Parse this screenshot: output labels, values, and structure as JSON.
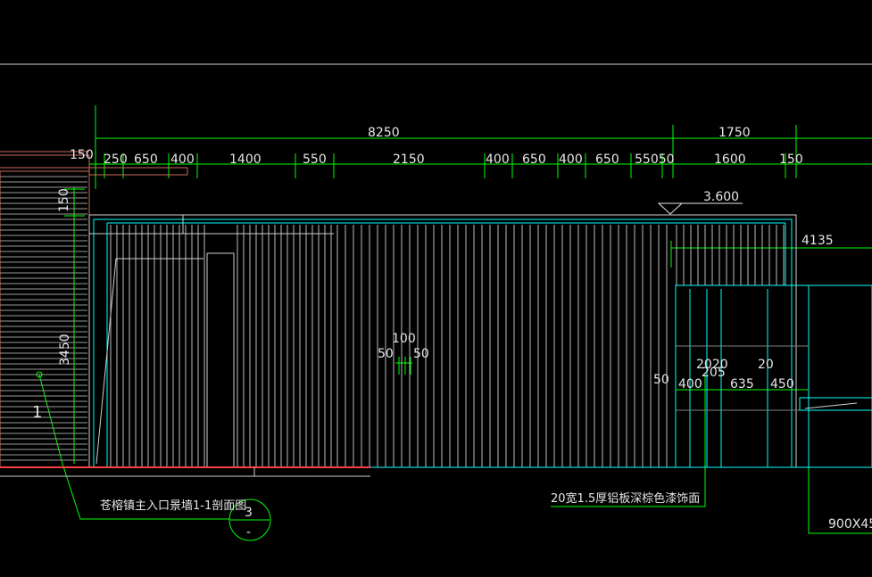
{
  "colors": {
    "background": "#000000",
    "dimension_line": "#00ff00",
    "wall_outline": "#00ffff",
    "mullion": "#ffffff",
    "ground": "#ff4040",
    "text": "#e6e6e6"
  },
  "dimensions": {
    "overall_left": "8250",
    "overall_right": "1750",
    "seg_150_left": "150",
    "seg_250": "250",
    "seg_650_a": "650",
    "seg_400_a": "400",
    "seg_1400": "1400",
    "seg_550": "550",
    "seg_2150": "2150",
    "seg_400_b": "400",
    "seg_650_b": "650",
    "seg_400_c": "400",
    "seg_650_c": "650",
    "seg_55050": "55050",
    "seg_1600": "1600",
    "seg_150_right": "150",
    "vertical_150": "150",
    "vertical_3450": "3450",
    "elevation": "3.600",
    "level_4135": "4135",
    "joint_100": "100",
    "joint_50_left": "50",
    "joint_50_right": "50",
    "rd_50": "50",
    "rd_400": "400",
    "rd_2020": "2020",
    "rd_205": "205",
    "rd_635": "635",
    "rd_20": "20",
    "rd_450": "450"
  },
  "labels": {
    "section_marker": "1",
    "section_title": "苍榕镇主入口景墙1-1剖面图",
    "circle_top": "3",
    "circle_bottom": "-",
    "material_note": "20宽1.5厚铝板深棕色漆饰面",
    "size_note": "900X45"
  }
}
